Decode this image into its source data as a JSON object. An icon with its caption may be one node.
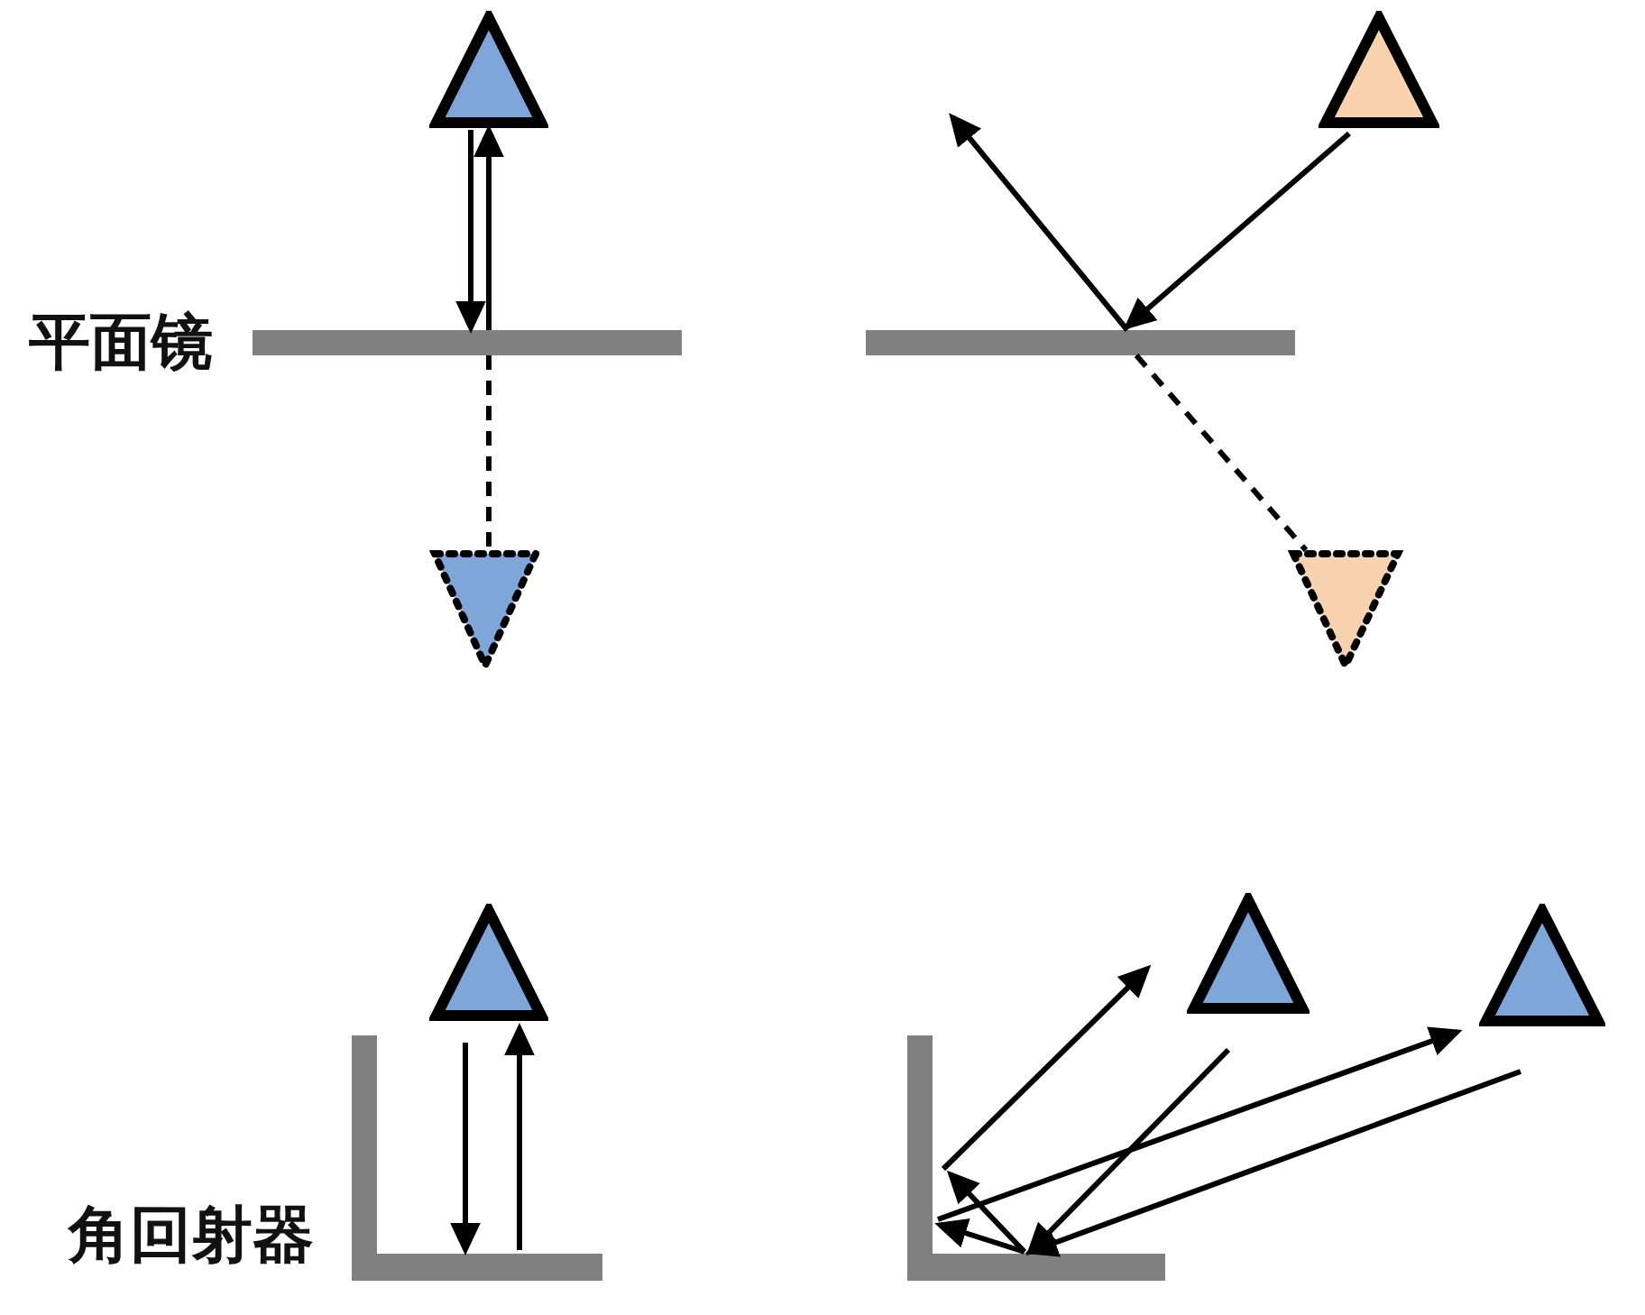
{
  "diagram": {
    "nodes": [
      {
        "text": [],
        "shape": "triangle"
      },
      {
        "text": [],
        "shape": "bar",
        "beside": [
          "平面镜"
        ]
      },
      {
        "text": [],
        "shape": "triangle"
      },
      {
        "text": [],
        "shape": "triangle"
      },
      {
        "text": [],
        "shape": "bar"
      },
      {
        "text": [],
        "shape": "triangle"
      },
      {
        "text": [],
        "shape": "triangle"
      },
      {
        "text": [],
        "shape": "bar",
        "beside": [
          "角回射器"
        ]
      },
      {
        "text": [],
        "shape": "triangle"
      },
      {
        "text": [],
        "shape": "triangle"
      },
      {
        "text": [],
        "shape": "bar"
      }
    ],
    "edges": [
      {
        "from": 0,
        "to": 1,
        "arrow": "to"
      },
      {
        "from": 1,
        "to": 0,
        "arrow": "to"
      },
      {
        "from": 1,
        "to": 2,
        "arrow": "none",
        "style": "dashed"
      },
      {
        "from": 3,
        "to": 4,
        "arrow": "to"
      },
      {
        "from": 4,
        "to": null,
        "arrow": "to"
      },
      {
        "from": 4,
        "to": 5,
        "arrow": "none",
        "style": "dashed"
      },
      {
        "from": 6,
        "to": 7,
        "arrow": "to"
      },
      {
        "from": 7,
        "to": 6,
        "arrow": "to"
      },
      {
        "from": 8,
        "to": 10,
        "arrow": "to"
      },
      {
        "from": 10,
        "to": 8,
        "arrow": "to"
      },
      {
        "from": 9,
        "to": 10,
        "arrow": "to"
      },
      {
        "from": 10,
        "to": 9,
        "arrow": "to"
      }
    ]
  }
}
